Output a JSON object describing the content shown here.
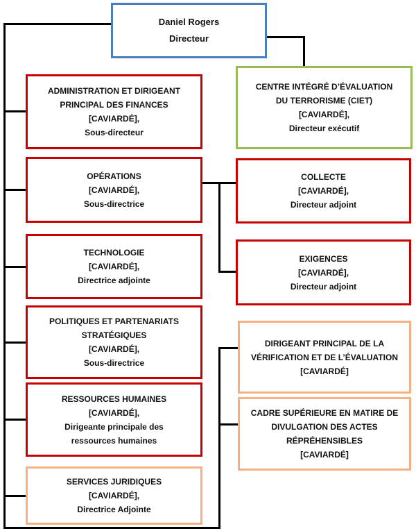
{
  "colors": {
    "blue": "#4a7ebb",
    "red": "#c80000",
    "green": "#9bbb59",
    "orange": "#f5b183",
    "line": "#000000"
  },
  "boxes": {
    "director": {
      "lines": [
        "Daniel Rogers",
        "Directeur"
      ]
    },
    "admin": {
      "lines": [
        "ADMINISTRATION ET DIRIGEANT",
        "PRINCIPAL DES FINANCES",
        "[CAVIARDÉ],",
        "Sous-directeur"
      ]
    },
    "ciet": {
      "lines": [
        "CENTRE INTÉGRÉ D’ÉVALUATION",
        "DU TERRORISME (CIET)",
        "[CAVIARDÉ],",
        "Directeur exécutif"
      ]
    },
    "operations": {
      "lines": [
        "OPÉRATIONS",
        "[CAVIARDÉ],",
        "Sous-directrice"
      ]
    },
    "collecte": {
      "lines": [
        "COLLECTE",
        "[CAVIARDÉ],",
        "Directeur adjoint"
      ]
    },
    "technologie": {
      "lines": [
        "TECHNOLOGIE",
        "[CAVIARDÉ],",
        "Directrice adjointe"
      ]
    },
    "exigences": {
      "lines": [
        "EXIGENCES",
        "[CAVIARDÉ],",
        "Directeur adjoint"
      ]
    },
    "politiques": {
      "lines": [
        "POLITIQUES ET PARTENARIATS",
        "STRATÉGIQUES",
        "[CAVIARDÉ],",
        "Sous-directrice"
      ]
    },
    "ressources": {
      "lines": [
        "RESSOURCES HUMAINES",
        "[CAVIARDÉ],",
        "Dirigeante principale des",
        "ressources humaines"
      ]
    },
    "services": {
      "lines": [
        "SERVICES JURIDIQUES",
        "[CAVIARDÉ],",
        "Directrice Adjointe"
      ]
    },
    "dirigeant": {
      "lines": [
        "DIRIGEANT PRINCIPAL DE LA",
        "VÉRIFICATION ET DE L’ÉVALUATION",
        "[CAVIARDÉ]"
      ]
    },
    "cadre": {
      "lines": [
        "CADRE SUPÉRIEURE EN MATIRE DE",
        "DIVULGATION DES ACTES",
        "RÉPRÉHENSIBLES",
        "[CAVIARDÉ]"
      ]
    }
  }
}
